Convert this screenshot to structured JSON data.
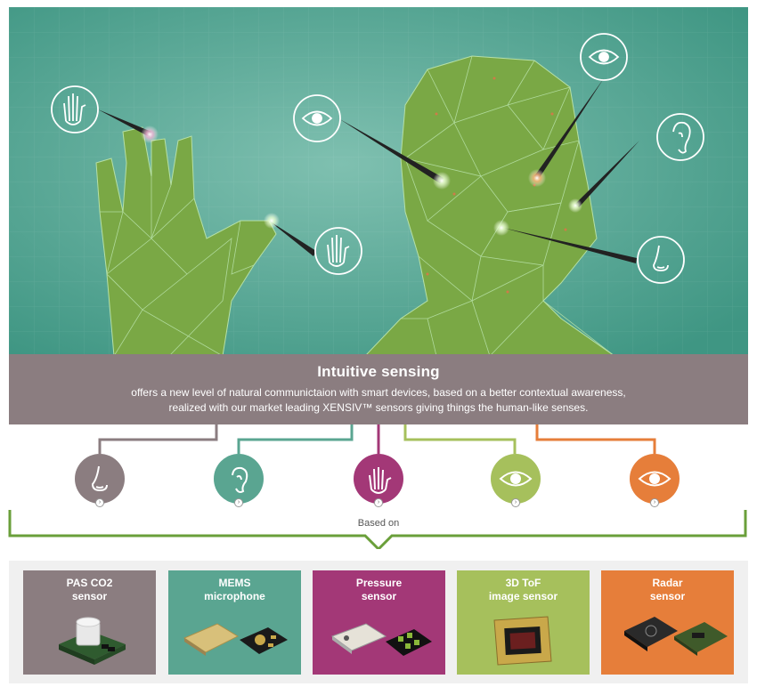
{
  "banner": {
    "title": "Intuitive sensing",
    "line1": "offers a new level of natural communictaion with smart devices, based on a better contextual awareness,",
    "line2": "realized with our market leading XENSIV™ sensors giving things the human-like senses."
  },
  "connector_label": "Based on",
  "colors": {
    "hero_bg": "#4a9f8c",
    "figure_green": "#7aa845",
    "taupe": "#8b7d80",
    "teal": "#5aa591",
    "magenta": "#a33877",
    "lime": "#a6c05c",
    "orange": "#e67e3a"
  },
  "senses": [
    {
      "icon": "nose-icon",
      "color": "#8b7d80"
    },
    {
      "icon": "ear-icon",
      "color": "#5aa591"
    },
    {
      "icon": "hand-icon",
      "color": "#a33877"
    },
    {
      "icon": "eye-icon",
      "color": "#a6c05c"
    },
    {
      "icon": "eye-icon",
      "color": "#e67e3a"
    }
  ],
  "products": [
    {
      "title_line1": "PAS CO2",
      "title_line2": "sensor",
      "color": "#8b7d80"
    },
    {
      "title_line1": "MEMS",
      "title_line2": "microphone",
      "color": "#5aa591"
    },
    {
      "title_line1": "Pressure",
      "title_line2": "sensor",
      "color": "#a33877"
    },
    {
      "title_line1": "3D ToF",
      "title_line2": "image sensor",
      "color": "#a6c05c"
    },
    {
      "title_line1": "Radar",
      "title_line2": "sensor",
      "color": "#e67e3a"
    }
  ]
}
